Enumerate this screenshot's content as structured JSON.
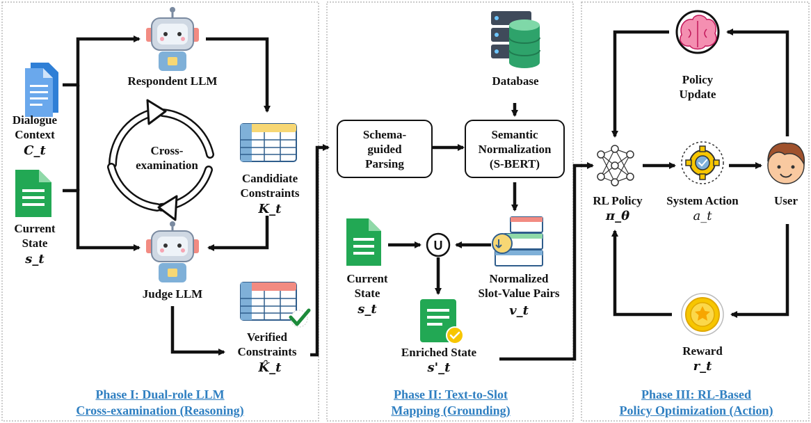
{
  "phase1": {
    "respondent_llm": "Respondent LLM",
    "dialogue_context": [
      "Dialogue",
      "Context"
    ],
    "dialogue_context_symbol": "C_t",
    "cross_examination": [
      "Cross-",
      "examination"
    ],
    "candidate_constraints": [
      "Candidiate",
      "Constraints"
    ],
    "candidate_symbol": "K_t",
    "current_state": [
      "Current",
      "State"
    ],
    "current_state_symbol": "s_t",
    "judge_llm": "Judge LLM",
    "verified_constraints": [
      "Verified",
      "Constraints"
    ],
    "verified_symbol": "K̂_t",
    "title": [
      "Phase I: Dual-role LLM",
      "Cross-examination (Reasoning)"
    ]
  },
  "phase2": {
    "database": "Database",
    "schema_parsing": [
      "Schema-",
      "guided",
      "Parsing"
    ],
    "semantic_normalization": [
      "Semantic",
      "Normalization",
      "(S-BERT)"
    ],
    "union_symbol": "U",
    "current_state": [
      "Current",
      "State"
    ],
    "current_state_symbol": "s_t",
    "normalized_pairs": [
      "Normalized",
      "Slot-Value Pairs"
    ],
    "normalized_symbol": "v_t",
    "enriched_state": "Enriched State",
    "enriched_symbol": "s'_t",
    "title": [
      "Phase II: Text-to-Slot",
      "Mapping (Grounding)"
    ]
  },
  "phase3": {
    "policy_update": [
      "Policy",
      "Update"
    ],
    "rl_policy": "RL Policy",
    "rl_policy_symbol": "π_θ",
    "system_action": "System Action",
    "system_action_symbol": "a_t",
    "user": "User",
    "reward": "Reward",
    "reward_symbol": "r_t",
    "title": [
      "Phase III: RL-Based",
      "Policy Optimization (Action)"
    ]
  },
  "colors": {
    "phase_title": "#2f7fc1",
    "panel_border": "#aaaaaa",
    "arrow": "#111111",
    "doc_green": "#22a854",
    "doc_blue": "#4a90e2",
    "check_green": "#1c8a3a",
    "medal_yellow": "#f7c600",
    "brain_pink": "#f48fb1"
  }
}
